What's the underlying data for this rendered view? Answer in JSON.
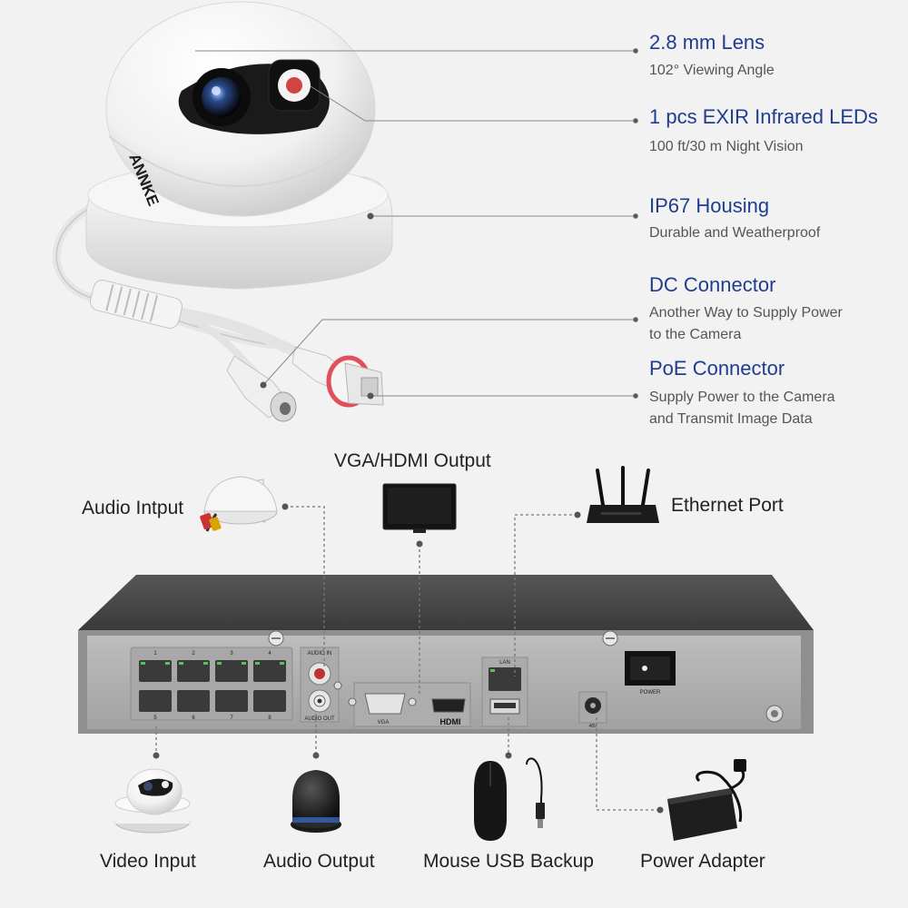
{
  "features": [
    {
      "title": "2.8 mm Lens",
      "lines": [
        "102° Viewing Angle"
      ]
    },
    {
      "title": "1 pcs EXIR Infrared LEDs",
      "lines": [
        "100 ft/30 m Night Vision"
      ]
    },
    {
      "title": "IP67 Housing",
      "lines": [
        "Durable and Weatherproof"
      ]
    },
    {
      "title": "DC Connector",
      "lines": [
        "Another Way to Supply Power",
        "to the Camera"
      ]
    },
    {
      "title": "PoE Connector",
      "lines": [
        "Supply Power to the Camera",
        "and Transmit Image Data"
      ]
    }
  ],
  "camera_brand": "ANNKE",
  "nvr": {
    "port_numbers": [
      "1",
      "2",
      "3",
      "4",
      "5",
      "6",
      "7",
      "8"
    ],
    "audio_in": "AUDIO IN",
    "audio_out": "AUDIO OUT",
    "vga": "VGA",
    "hdmi": "HDMI",
    "lan": "LAN",
    "power": "POWER",
    "dc": "48V"
  },
  "labels": {
    "audio_input": "Audio Intput",
    "vga_hdmi": "VGA/HDMI Output",
    "ethernet": "Ethernet Port",
    "video_input": "Video Input",
    "audio_output": "Audio Output",
    "mouse_usb": "Mouse USB Backup",
    "power_adapter": "Power Adapter"
  },
  "colors": {
    "accent": "#1f3c8f",
    "background": "#f2f2f2"
  }
}
